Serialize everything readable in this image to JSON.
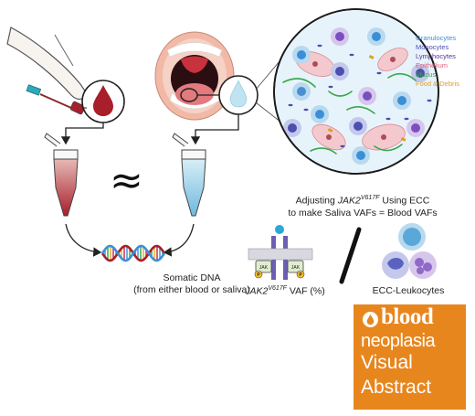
{
  "legend": {
    "items": [
      {
        "label": "Granulocytes",
        "color": "#3a8fd8"
      },
      {
        "label": "Monocytes",
        "color": "#4a4fb0"
      },
      {
        "label": "Lymphocytes",
        "color": "#5a2fa0"
      },
      {
        "label": "Epithelium",
        "color": "#e0607a"
      },
      {
        "label": "Mucus",
        "color": "#3aa84a"
      },
      {
        "label": "Food & Debris",
        "color": "#e0a020"
      }
    ]
  },
  "approx_symbol": "≈",
  "somatic": {
    "line1": "Somatic DNA",
    "line2": "(from either blood or saliva)"
  },
  "adjust": {
    "pre": "Adjusting ",
    "gene": "JAK2",
    "mutation": "V617F",
    "post": " Using ECC",
    "line2": "to make Saliva VAFs = Blood VAFs"
  },
  "receptor": {
    "jak_left": "JAK",
    "jak_right": "JAK",
    "p_label": "P"
  },
  "vaf_label": {
    "gene": "JAK2",
    "mutation": "V617F",
    "suffix": " VAF (%)"
  },
  "ecc_label": "ECC-Leukocytes",
  "brand": {
    "line1": "blood",
    "line2": "neoplasia",
    "line3": "Visual",
    "line4": "Abstract"
  },
  "colors": {
    "blood": "#a81e2a",
    "saliva": "#9fd6ea",
    "brand_orange": "#e8861e",
    "arrow": "#222222"
  }
}
